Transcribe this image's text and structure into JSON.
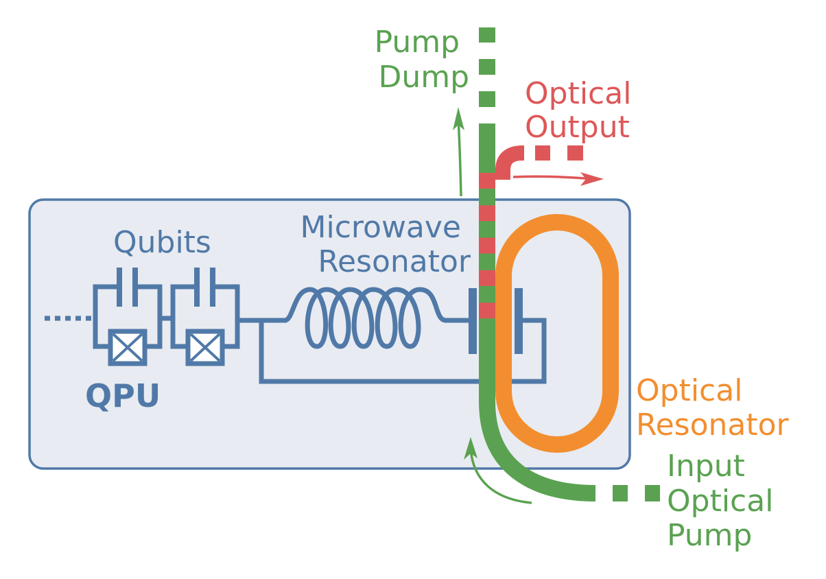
{
  "colors": {
    "background": "#ffffff",
    "chip_fill": "#e8ebf1",
    "circuit": "#5079a8",
    "pump": "#5aa251",
    "output": "#de5758",
    "optical_resonator": "#f28e2f",
    "junction_fill": "#ffffff"
  },
  "labels": {
    "pump_dump": [
      "Pump",
      "Dump"
    ],
    "optical_output": [
      "Optical",
      "Output"
    ],
    "qubits": "Qubits",
    "microwave_resonator": [
      "Microwave",
      "Resonator"
    ],
    "qpu": "QPU",
    "optical_resonator": [
      "Optical",
      "Resonator"
    ],
    "input_optical_pump": [
      "Input",
      "Optical",
      "Pump"
    ]
  },
  "components": {
    "qubit_count_shown": 2,
    "inductor_turns": 5,
    "waveguide_red_segments": 5
  }
}
